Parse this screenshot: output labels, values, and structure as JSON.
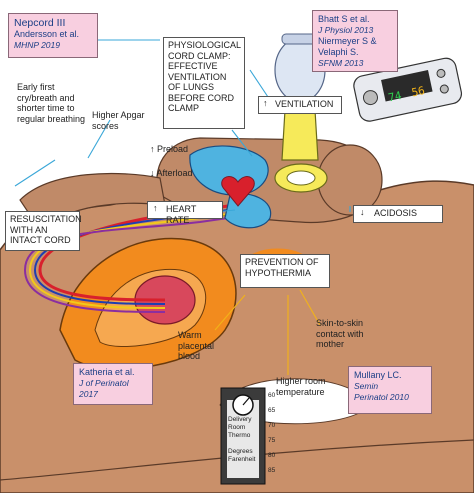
{
  "refs": {
    "nepcord_title": "Nepcord III",
    "nepcord_sub": "Andersson et al.",
    "nepcord_journal": "MHNP 2019",
    "bhatt_line1": "Bhatt S et al.",
    "bhatt_line2": "J Physiol 2013",
    "bhatt_line3": "Niermeyer S &",
    "bhatt_line4": "Velaphi S.",
    "bhatt_line5": "SFNM 2013",
    "katheria_line1": "Katheria et al.",
    "katheria_line2": "J of Perinatol",
    "katheria_line3": "2017",
    "mullany_line1": "Mullany LC.",
    "mullany_line2": "Semin",
    "mullany_line3": "Perinatol 2010"
  },
  "labels": {
    "physio_clamp": "PHYSIOLOGICAL CORD CLAMP: EFFECTIVE VENTILATION OF LUNGS BEFORE CORD CLAMP",
    "early_cry": "Early first cry/breath and shorter time to regular breathing",
    "higher_apgar": "Higher Apgar scores",
    "preload": "Preload",
    "afterload": "Afterload",
    "ventilation": "VENTILATION",
    "heart_rate": "HEART RATE",
    "acidosis": "ACIDOSIS",
    "resuscitation": "RESUSCITATION WITH AN INTACT CORD",
    "prevention": "PREVENTION OF HYPOTHERMIA",
    "warm_blood": "Warm placental blood",
    "skin_contact": "Skin-to-skin contact with mother",
    "room_temp": "Higher room temperature"
  },
  "monitor": {
    "value_left": "74",
    "value_right": "56"
  },
  "thermometer": {
    "text_lines": [
      "Delivery",
      "Room",
      "Thermo",
      "",
      "Degrees",
      "Farenheit"
    ],
    "scale": [
      "60",
      "65",
      "70",
      "75",
      "80",
      "85"
    ]
  },
  "colors": {
    "body": "#c9906a",
    "ref_bg": "#f8cfe0",
    "arrow_blue": "#3aa7d8",
    "arrow_yellow": "#f2b318",
    "uterus_orange": "#f28b1e"
  }
}
